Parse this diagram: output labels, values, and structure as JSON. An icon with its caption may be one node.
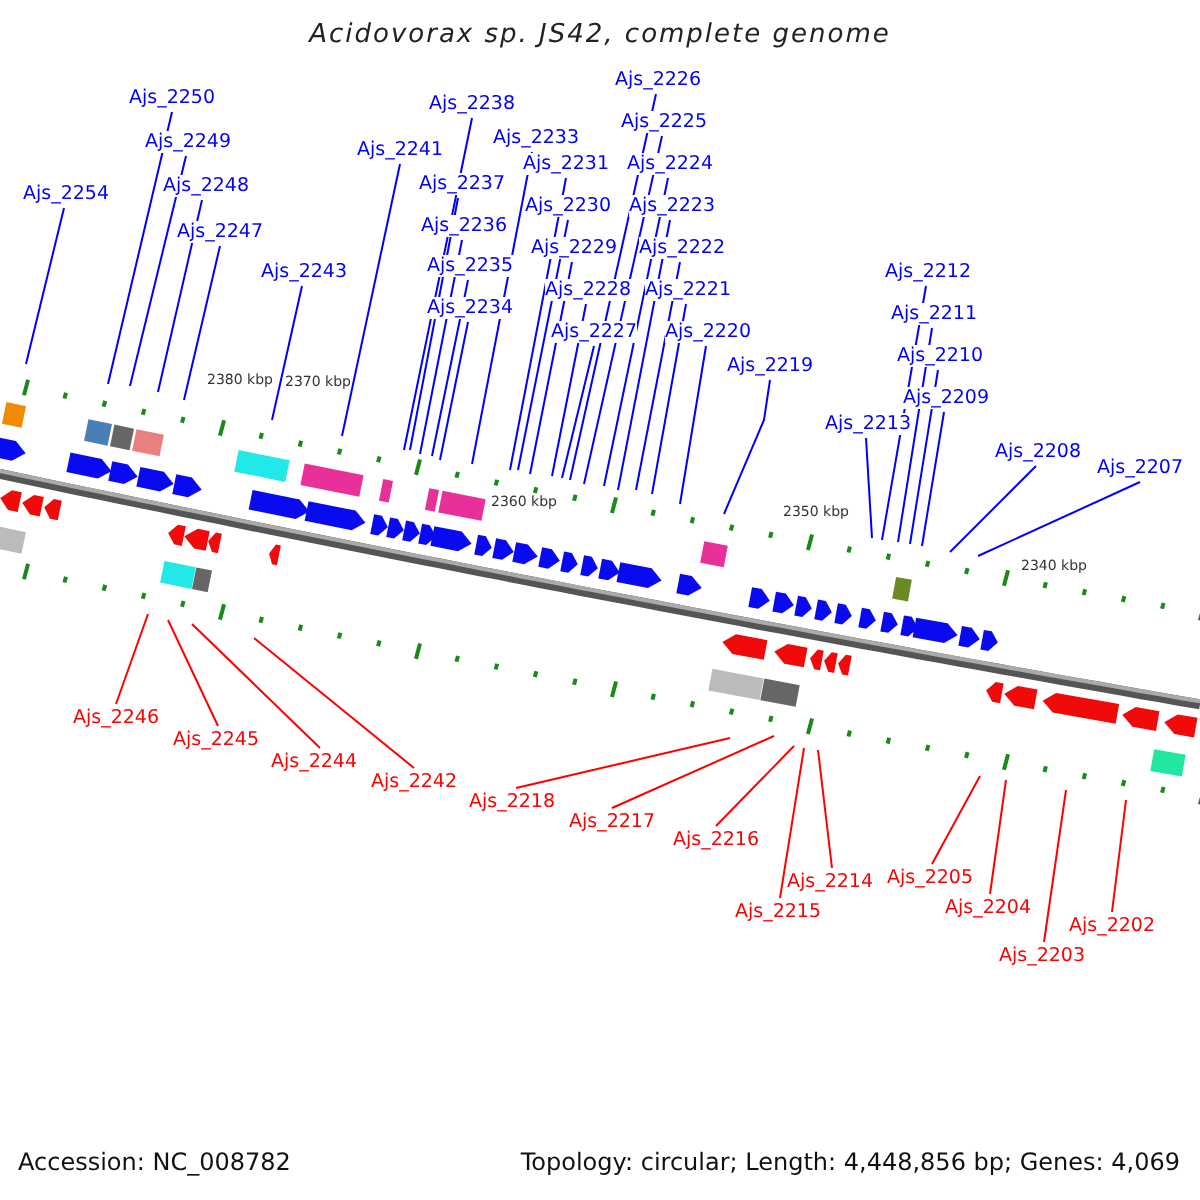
{
  "diagram": {
    "title": "Acidovorax sp. JS42, complete genome",
    "nodes": [
      {
        "text": [
          "Ajs_2254"
        ]
      },
      {
        "text": [
          "Ajs_2250"
        ]
      },
      {
        "text": [
          "Ajs_2249"
        ]
      },
      {
        "text": [
          "Ajs_2248"
        ]
      },
      {
        "text": [
          "Ajs_2247"
        ]
      },
      {
        "text": [
          "Ajs_2243"
        ]
      },
      {
        "text": [
          "Ajs_2241"
        ]
      },
      {
        "text": [
          "Ajs_2238"
        ]
      },
      {
        "text": [
          "Ajs_2237"
        ]
      },
      {
        "text": [
          "Ajs_2236"
        ]
      },
      {
        "text": [
          "Ajs_2235"
        ]
      },
      {
        "text": [
          "Ajs_2234"
        ]
      },
      {
        "text": [
          "Ajs_2233"
        ]
      },
      {
        "text": [
          "Ajs_2231"
        ]
      },
      {
        "text": [
          "Ajs_2230"
        ]
      },
      {
        "text": [
          "Ajs_2229"
        ]
      },
      {
        "text": [
          "Ajs_2228"
        ]
      },
      {
        "text": [
          "Ajs_2227"
        ]
      },
      {
        "text": [
          "Ajs_2226"
        ]
      },
      {
        "text": [
          "Ajs_2225"
        ]
      },
      {
        "text": [
          "Ajs_2224"
        ]
      },
      {
        "text": [
          "Ajs_2223"
        ]
      },
      {
        "text": [
          "Ajs_2222"
        ]
      },
      {
        "text": [
          "Ajs_2221"
        ]
      },
      {
        "text": [
          "Ajs_2220"
        ]
      },
      {
        "text": [
          "Ajs_2219"
        ]
      },
      {
        "text": [
          "Ajs_2213"
        ]
      },
      {
        "text": [
          "Ajs_2212"
        ]
      },
      {
        "text": [
          "Ajs_2211"
        ]
      },
      {
        "text": [
          "Ajs_2210"
        ]
      },
      {
        "text": [
          "Ajs_2209"
        ]
      },
      {
        "text": [
          "Ajs_2208"
        ]
      },
      {
        "text": [
          "Ajs_2207"
        ]
      },
      {
        "text": [
          "Ajs_2246"
        ]
      },
      {
        "text": [
          "Ajs_2245"
        ]
      },
      {
        "text": [
          "Ajs_2244"
        ]
      },
      {
        "text": [
          "Ajs_2242"
        ]
      },
      {
        "text": [
          "Ajs_2218"
        ]
      },
      {
        "text": [
          "Ajs_2217"
        ]
      },
      {
        "text": [
          "Ajs_2216"
        ]
      },
      {
        "text": [
          "Ajs_2215"
        ]
      },
      {
        "text": [
          "Ajs_2214"
        ]
      },
      {
        "text": [
          "Ajs_2205"
        ]
      },
      {
        "text": [
          "Ajs_2204"
        ]
      },
      {
        "text": [
          "Ajs_2203"
        ]
      },
      {
        "text": [
          "Ajs_2202"
        ]
      }
    ],
    "edges": [
      {
        "from": 0,
        "to": null,
        "arrow": "none"
      },
      {
        "from": 1,
        "to": null,
        "arrow": "none"
      },
      {
        "from": 2,
        "to": null,
        "arrow": "none"
      },
      {
        "from": 3,
        "to": null,
        "arrow": "none"
      },
      {
        "from": 4,
        "to": null,
        "arrow": "none"
      },
      {
        "from": 5,
        "to": null,
        "arrow": "none"
      },
      {
        "from": 6,
        "to": null,
        "arrow": "none"
      },
      {
        "from": 7,
        "to": null,
        "arrow": "none"
      },
      {
        "from": 8,
        "to": null,
        "arrow": "none"
      },
      {
        "from": 9,
        "to": null,
        "arrow": "none"
      },
      {
        "from": 10,
        "to": null,
        "arrow": "none"
      },
      {
        "from": 11,
        "to": null,
        "arrow": "none"
      },
      {
        "from": 12,
        "to": null,
        "arrow": "none"
      },
      {
        "from": 13,
        "to": null,
        "arrow": "none"
      },
      {
        "from": 14,
        "to": null,
        "arrow": "none"
      },
      {
        "from": 15,
        "to": null,
        "arrow": "none"
      },
      {
        "from": 16,
        "to": null,
        "arrow": "none"
      },
      {
        "from": 17,
        "to": null,
        "arrow": "none"
      },
      {
        "from": 18,
        "to": null,
        "arrow": "none"
      },
      {
        "from": 19,
        "to": null,
        "arrow": "none"
      },
      {
        "from": 20,
        "to": null,
        "arrow": "none"
      },
      {
        "from": 21,
        "to": null,
        "arrow": "none"
      },
      {
        "from": 22,
        "to": null,
        "arrow": "none"
      },
      {
        "from": 23,
        "to": null,
        "arrow": "none"
      },
      {
        "from": 24,
        "to": null,
        "arrow": "none"
      },
      {
        "from": 25,
        "to": null,
        "arrow": "none"
      },
      {
        "from": 26,
        "to": null,
        "arrow": "none"
      },
      {
        "from": 27,
        "to": null,
        "arrow": "none"
      },
      {
        "from": 28,
        "to": null,
        "arrow": "none"
      },
      {
        "from": 29,
        "to": null,
        "arrow": "none"
      },
      {
        "from": 30,
        "to": null,
        "arrow": "none"
      },
      {
        "from": 31,
        "to": null,
        "arrow": "none"
      },
      {
        "from": 32,
        "to": null,
        "arrow": "none"
      },
      {
        "from": 33,
        "to": null,
        "arrow": "none",
        "color": "#ff0000"
      },
      {
        "from": 34,
        "to": null,
        "arrow": "none",
        "color": "#ff0000"
      },
      {
        "from": 35,
        "to": null,
        "arrow": "none",
        "color": "#ff0000"
      },
      {
        "from": 36,
        "to": null,
        "arrow": "none",
        "color": "#ff0000"
      },
      {
        "from": 37,
        "to": null,
        "arrow": "none",
        "color": "#ff0000"
      },
      {
        "from": 38,
        "to": null,
        "arrow": "none",
        "color": "#ff0000"
      },
      {
        "from": 39,
        "to": null,
        "arrow": "none",
        "color": "#ff0000"
      },
      {
        "from": 40,
        "to": null,
        "arrow": "none",
        "color": "#ff0000"
      },
      {
        "from": 41,
        "to": null,
        "arrow": "none",
        "color": "#ff0000"
      },
      {
        "from": 42,
        "to": null,
        "arrow": "none",
        "color": "#ff0000"
      },
      {
        "from": 43,
        "to": null,
        "arrow": "none",
        "color": "#ff0000"
      },
      {
        "from": 44,
        "to": null,
        "arrow": "none",
        "color": "#ff0000"
      },
      {
        "from": 45,
        "to": null,
        "arrow": "none",
        "color": "#ff0000"
      }
    ],
    "labels": [
      "2380 kbp",
      "2370 kbp",
      "2360 kbp",
      "2350 kbp",
      "2340 kbp",
      "Accession: NC_008782",
      "Topology: circular; Length: 4,448,856 bp; Genes: 4,069"
    ]
  }
}
